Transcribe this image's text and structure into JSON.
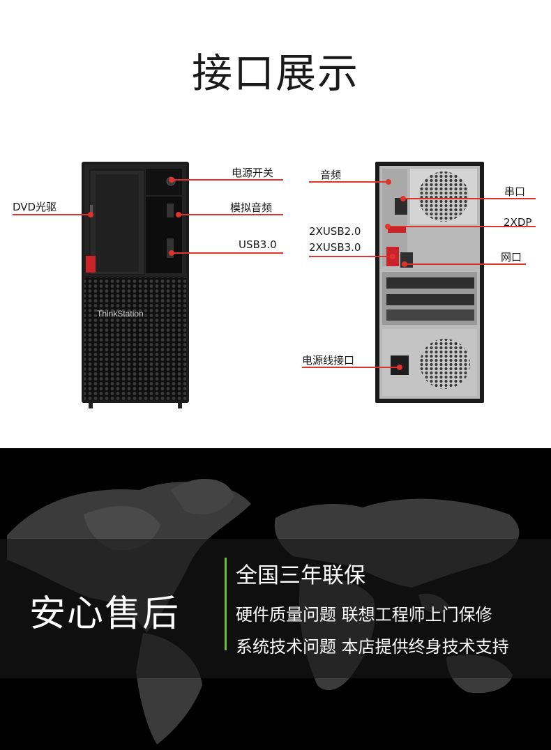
{
  "header": {
    "title": "接口展示"
  },
  "front_labels": {
    "dvd": "DVD光驱",
    "power_switch": "电源开关",
    "analog_audio": "模拟音频",
    "usb30": "USB3.0"
  },
  "rear_labels": {
    "audio": "音频",
    "serial": "串口",
    "dp": "2XDP",
    "usb20": "2XUSB2.0",
    "usb30": "2XUSB3.0",
    "network": "网口",
    "power_cord": "电源线接口"
  },
  "case": {
    "brand": "ThinkStation"
  },
  "service": {
    "title": "安心售后",
    "line1": "全国三年联保",
    "line2": "硬件质量问题 联想工程师上门保修",
    "line3": "系统技术问题 本店提供终身技术支持"
  },
  "colors": {
    "accent_red": "#e0332e",
    "accent_green": "#6fbe2e",
    "bg_dark": "#000000"
  }
}
